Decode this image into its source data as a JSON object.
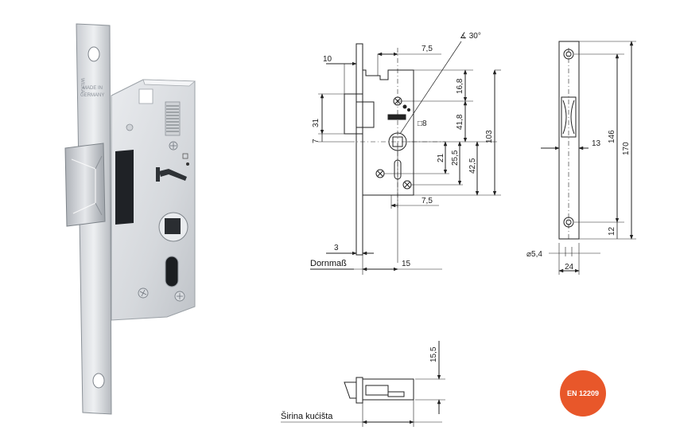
{
  "photo": {
    "brand_text": "WILKA",
    "made_in_1": "MADE IN",
    "made_in_2": "GERMANY"
  },
  "front_view": {
    "dims": {
      "d10": "10",
      "d7_5_top": "7,5",
      "angle": "∡ 30°",
      "d16_8": "16,8",
      "d31": "31",
      "d41_8": "41,8",
      "sq8": "□8",
      "d7": "7",
      "d103": "103",
      "d21": "21",
      "d25_5": "25,5",
      "d42_5": "42,5",
      "d7_5_bottom": "7,5",
      "d3": "3",
      "d15": "15"
    },
    "dornmass_label": "Dornmaß"
  },
  "side_view": {
    "dims": {
      "d13": "13",
      "d146": "146",
      "d170": "170",
      "d12": "12",
      "dia": "⌀5,4",
      "d24": "24"
    }
  },
  "top_view": {
    "dims": {
      "d15_5": "15,5"
    },
    "width_label": "Širina kućišta"
  },
  "badge": {
    "text": "EN 12209",
    "color": "#e8572a"
  }
}
